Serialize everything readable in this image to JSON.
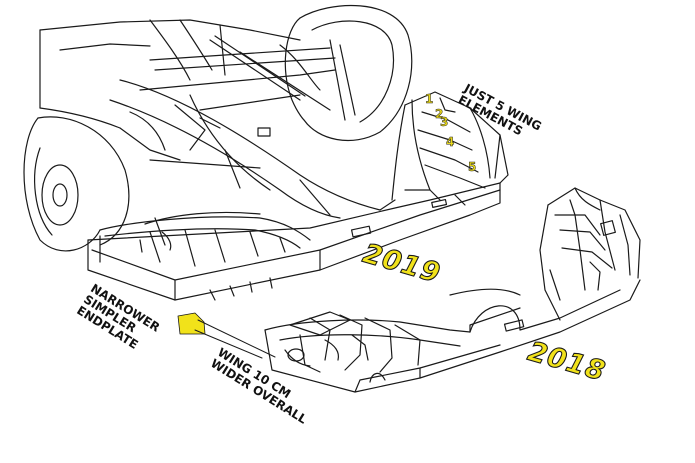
{
  "labels": {
    "elements": "JUST 5 WING\nELEMENTS",
    "endplate": "NARROWER\nSIMPLER\nENDPLATE",
    "width": "WING 10 CM\nWIDER OVERALL",
    "year_2019": "2019",
    "year_2018": "2018"
  },
  "element_numbers": [
    "1",
    "2",
    "3",
    "4",
    "5"
  ],
  "colors": {
    "line": "#1a1a1a",
    "highlight": "#f1e21a"
  }
}
